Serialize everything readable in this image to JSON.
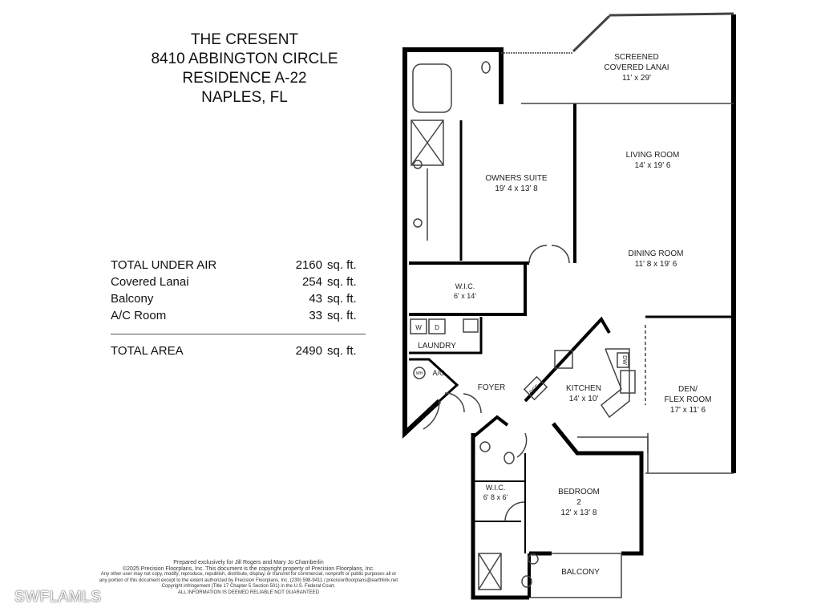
{
  "header": {
    "lines": [
      "THE CRESENT",
      "8410 ABBINGTON CIRCLE",
      "RESIDENCE A-22",
      "NAPLES, FL"
    ]
  },
  "areas": {
    "rows": [
      {
        "label": "TOTAL UNDER AIR",
        "value": "2160",
        "unit": "sq. ft."
      },
      {
        "label": "Covered Lanai",
        "value": "254",
        "unit": "sq. ft."
      },
      {
        "label": "Balcony",
        "value": "43",
        "unit": "sq. ft."
      },
      {
        "label": "A/C Room",
        "value": "33",
        "unit": "sq. ft."
      }
    ],
    "total": {
      "label": "TOTAL AREA",
      "value": "2490",
      "unit": "sq. ft."
    }
  },
  "rooms": {
    "lanai": {
      "name1": "SCREENED",
      "name2": "COVERED LANAI",
      "dims": "11' x 29'"
    },
    "living": {
      "name": "LIVING ROOM",
      "dims": "14' x 19' 6"
    },
    "owners": {
      "name": "OWNERS SUITE",
      "dims": "19' 4 x 13' 8"
    },
    "dining": {
      "name": "DINING ROOM",
      "dims": "11' 8 x 19' 6"
    },
    "wic1": {
      "name": "W.I.C.",
      "dims": "6' x 14'"
    },
    "laundry": {
      "name": "LAUNDRY",
      "w": "W",
      "d": "D"
    },
    "ac": {
      "name": "A/C",
      "wh": "WH"
    },
    "foyer": {
      "name": "FOYER"
    },
    "kitchen": {
      "name": "KITCHEN",
      "dims": "14' x 10'",
      "ref": "REF",
      "dw": "DW"
    },
    "den": {
      "name1": "DEN/",
      "name2": "FLEX ROOM",
      "dims": "17' x 11' 6"
    },
    "wic2": {
      "name": "W.I.C.",
      "dims": "6' 8 x 6'"
    },
    "bedroom2": {
      "name1": "BEDROOM",
      "name2": "2",
      "dims": "12' x 13' 8"
    },
    "balcony": {
      "name": "BALCONY"
    }
  },
  "footer": {
    "lines": [
      "Prepared exclusively for Jill Rogers and Mary Jo Chamberlin",
      "©2025 Precision Floorplans, Inc.  This document is the copyright property of Precision Floorplans, Inc.",
      "Any other user may not copy, modify, reproduce, republish, distribute, display, or transmit for commercial, nonprofit or public purposes all or",
      "any portion of this document except to the extent authorized by Precision Floorplans, Inc. (239) 598-9411 / precisionfloorplans@earthlink.net",
      "Copyright infringement (Title 17 Chapter 5 Section 501) in the U.S. Federal Court.",
      "ALL INFORMATION IS DEEMED RELIABLE NOT GUARANTEED"
    ]
  },
  "watermark": "SWFLAMLS"
}
